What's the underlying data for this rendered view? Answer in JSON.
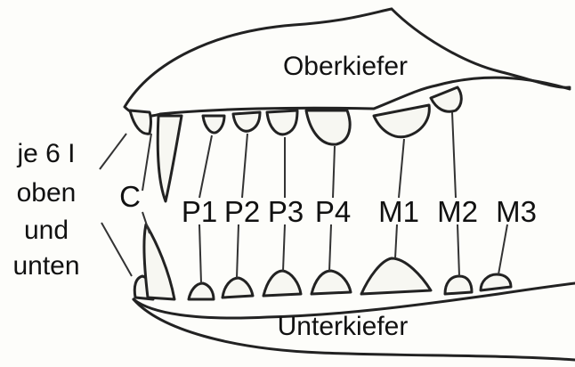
{
  "diagram": {
    "upper_jaw_label": "Oberkiefer",
    "lower_jaw_label": "Unterkiefer",
    "incisor_note": [
      "je 6 I",
      "oben",
      "und",
      "unten"
    ],
    "canine_label": "C",
    "teeth_labels": [
      "P1",
      "P2",
      "P3",
      "P4",
      "M1",
      "M2",
      "M3"
    ]
  }
}
